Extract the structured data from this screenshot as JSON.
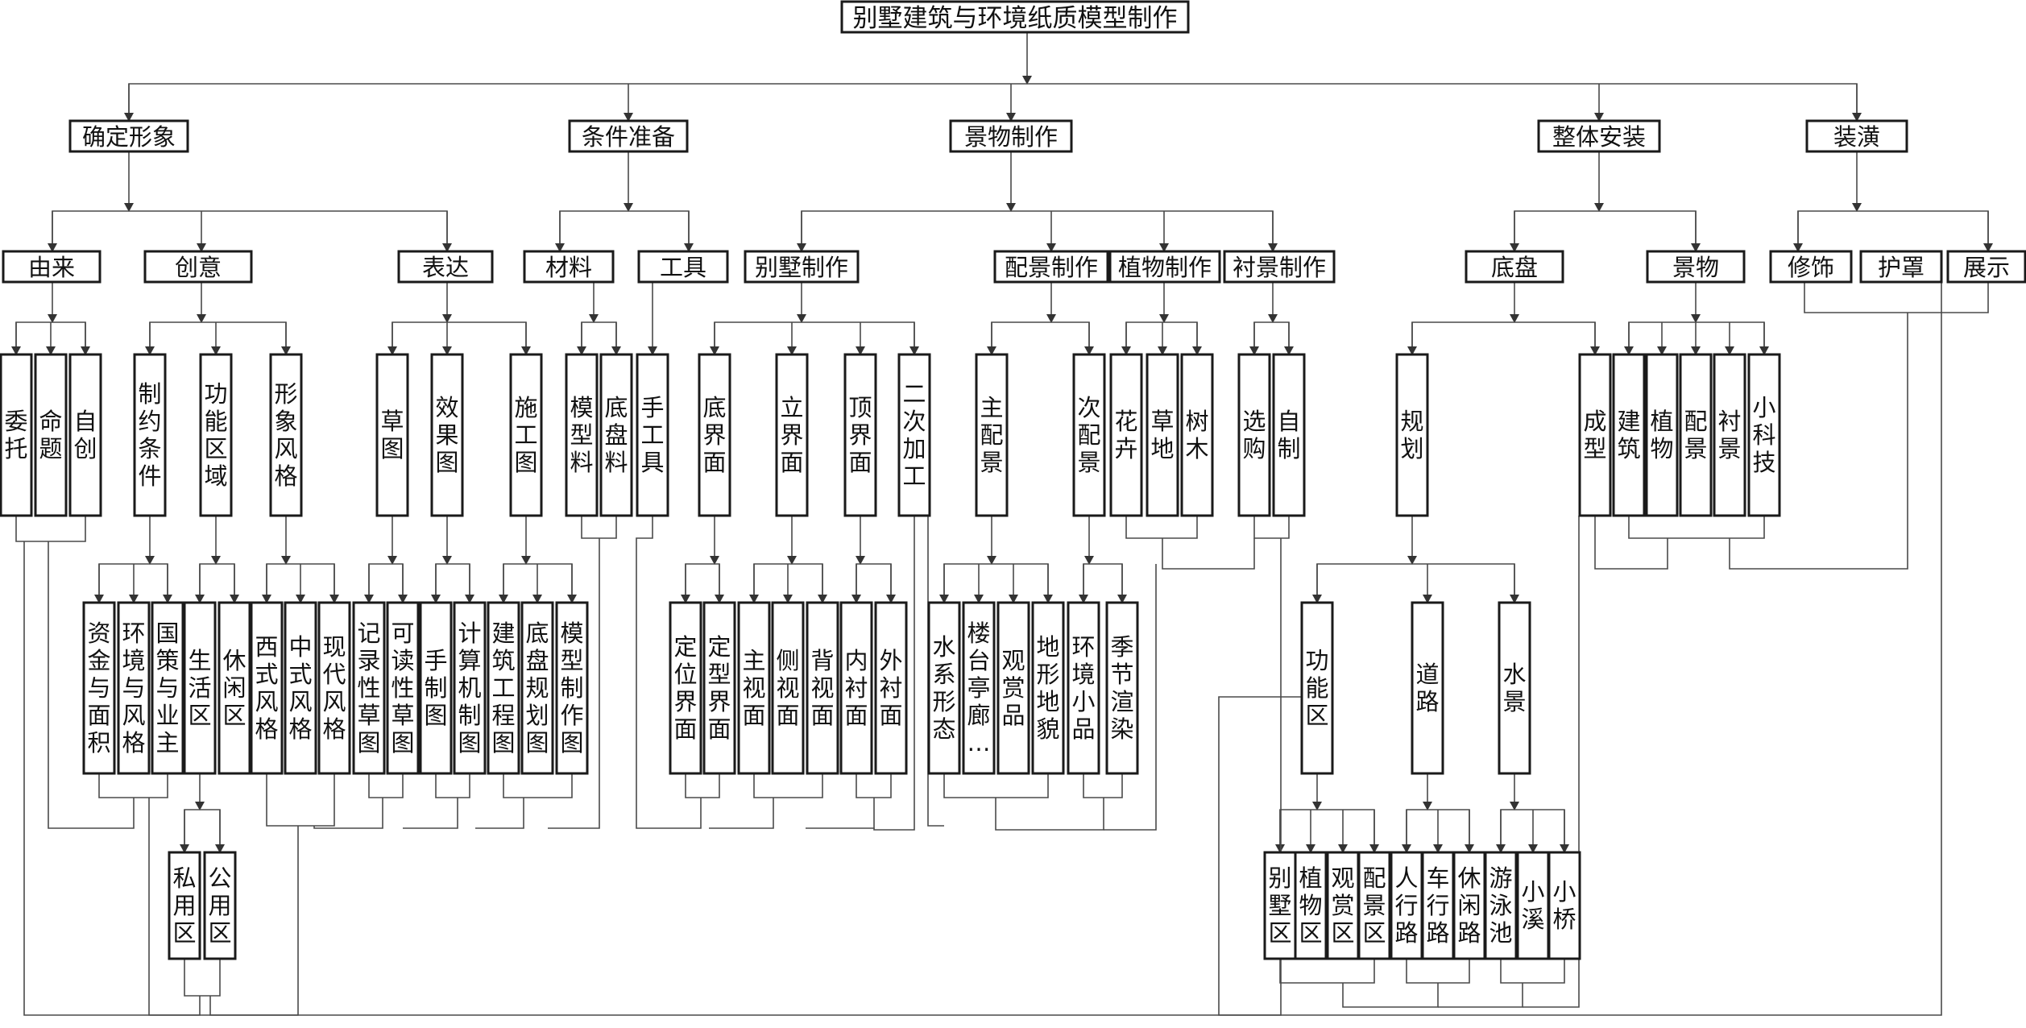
{
  "title": "别墅建筑与环境纸质模型制作",
  "level1": {
    "a": "确定形象",
    "b": "条件准备",
    "c": "景物制作",
    "d": "整体安装",
    "e": "装潢"
  },
  "level2": {
    "youlai": "由来",
    "chuangyi": "创意",
    "biaoda": "表达",
    "cailiao": "材料",
    "gongju": "工具",
    "bieshu": "别墅制作",
    "peijing": "配景制作",
    "zhiwu": "植物制作",
    "chenjing": "衬景制作",
    "dipan": "底盘",
    "jingwu": "景物",
    "xiushi": "修饰",
    "huzhao": "护罩",
    "zhanshi": "展示"
  },
  "level3": {
    "weituo": "委托",
    "mingti": "命题",
    "zichuang": "自创",
    "zhiyue": "制约条件",
    "gongneng": "功能区域",
    "xingxiang": "形象风格",
    "caotu": "草图",
    "xiaoguo": "效果图",
    "shigong": "施工图",
    "moxingliao": "模型料",
    "dipanliao": "底盘料",
    "shougongju": "手工具",
    "dijiemian": "底界面",
    "lijiemian": "立界面",
    "dingjiemian": "顶界面",
    "erci": "二次加工",
    "zhupei": "主配景",
    "cipei": "次配景",
    "huahui": "花卉",
    "caodi": "草地",
    "shumu": "树木",
    "xuangou": "选购",
    "zizhi": "自制",
    "guihua": "规划",
    "chengxing": "成型",
    "jianzhu": "建筑",
    "zhiwujw": "植物",
    "peijingjw": "配景",
    "chenjingjw": "衬景",
    "xiaokeji": "小科技"
  },
  "level4": {
    "zijin": "资金与面积",
    "huanjing": "环境与风格",
    "guoce": "国策与业主",
    "shenghuo": "生活区",
    "xiuxian": "休闲区",
    "xishi": "西式风格",
    "zhongshi": "中式风格",
    "xiandai": "现代风格",
    "jilu": "记录性草图",
    "kedu": "可读性草图",
    "shouzhi": "手制图",
    "jisuanji": "计算机制图",
    "jianzhugc": "建筑工程图",
    "dipangh": "底盘规划图",
    "moxingzz": "模型制作图",
    "dingwei": "定位界面",
    "dingxing": "定型界面",
    "zhushi": "主视面",
    "ceshi": "侧视面",
    "beishi": "背视面",
    "neichen": "内衬面",
    "waichen": "外衬面",
    "shuixi": "水系形态",
    "loutai": "楼台亭廊…",
    "guanshang": "观赏品",
    "dixing": "地形地貌",
    "huanjingxp": "环境小品",
    "jijie": "季节渲染",
    "gongnengqu": "功能区",
    "daolu": "道路",
    "shuijing": "水景"
  },
  "level5": {
    "siyong": "私用区",
    "gongyong": "公用区",
    "bieshuqu": "别墅区",
    "zhiwuqu": "植物区",
    "guanshangqu": "观赏区",
    "peijingqu": "配景区",
    "renxing": "人行路",
    "chexing": "车行路",
    "xiuxianlu": "休闲路",
    "youyong": "游泳池",
    "xiaoxi": "小溪",
    "xiaoqiao": "小桥"
  }
}
